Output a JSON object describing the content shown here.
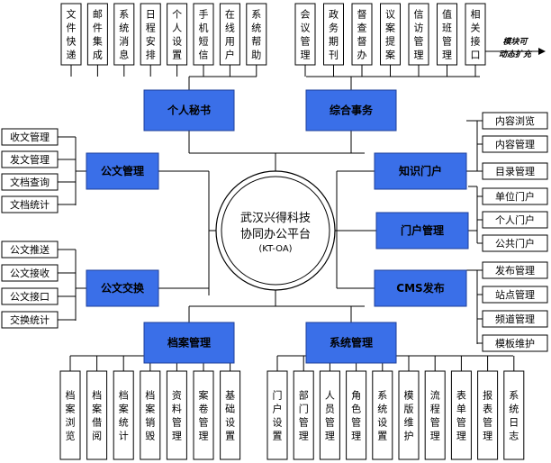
{
  "center": {
    "line1": "武汉兴得科技",
    "line2": "协同办公平台",
    "line3": "(KT-OA)"
  },
  "modules": {
    "personal": "个人秘书",
    "general": "综合事务",
    "doc_mgmt": "公文管理",
    "doc_exchange": "公文交换",
    "archive": "档案管理",
    "system": "系统管理",
    "knowledge": "知识门户",
    "portal": "门户管理",
    "cms": "CMS发布"
  },
  "top_left_items": [
    "文件快递",
    "邮件集成",
    "系统消息",
    "日程安排",
    "个人设置",
    "手机短信",
    "在线用户",
    "系统帮助"
  ],
  "top_right_items": [
    "会议管理",
    "政务期刊",
    "督查督办",
    "议案提案",
    "信访管理",
    "值班管理",
    "相关接口"
  ],
  "note": {
    "line1": "模块可",
    "line2": "动态扩充"
  },
  "doc_mgmt_items": [
    "收文管理",
    "发文管理",
    "文档查询",
    "文档统计"
  ],
  "doc_exchange_items": [
    "公文推送",
    "公文接收",
    "公文接口",
    "交换统计"
  ],
  "knowledge_items": [
    "内容浏览",
    "内容管理",
    "目录管理"
  ],
  "portal_items": [
    "单位门户",
    "个人门户",
    "公共门户"
  ],
  "cms_items": [
    "发布管理",
    "站点管理",
    "频道管理",
    "模板维护"
  ],
  "archive_items": [
    "档案浏览",
    "档案借阅",
    "档案统计",
    "档案销毁",
    "资料管理",
    "案卷管理",
    "基础设置"
  ],
  "system_items": [
    "门户设置",
    "部门管理",
    "人员管理",
    "角色管理",
    "系统设置",
    "模版维护",
    "流程管理",
    "表单管理",
    "报表管理",
    "系统日志"
  ]
}
